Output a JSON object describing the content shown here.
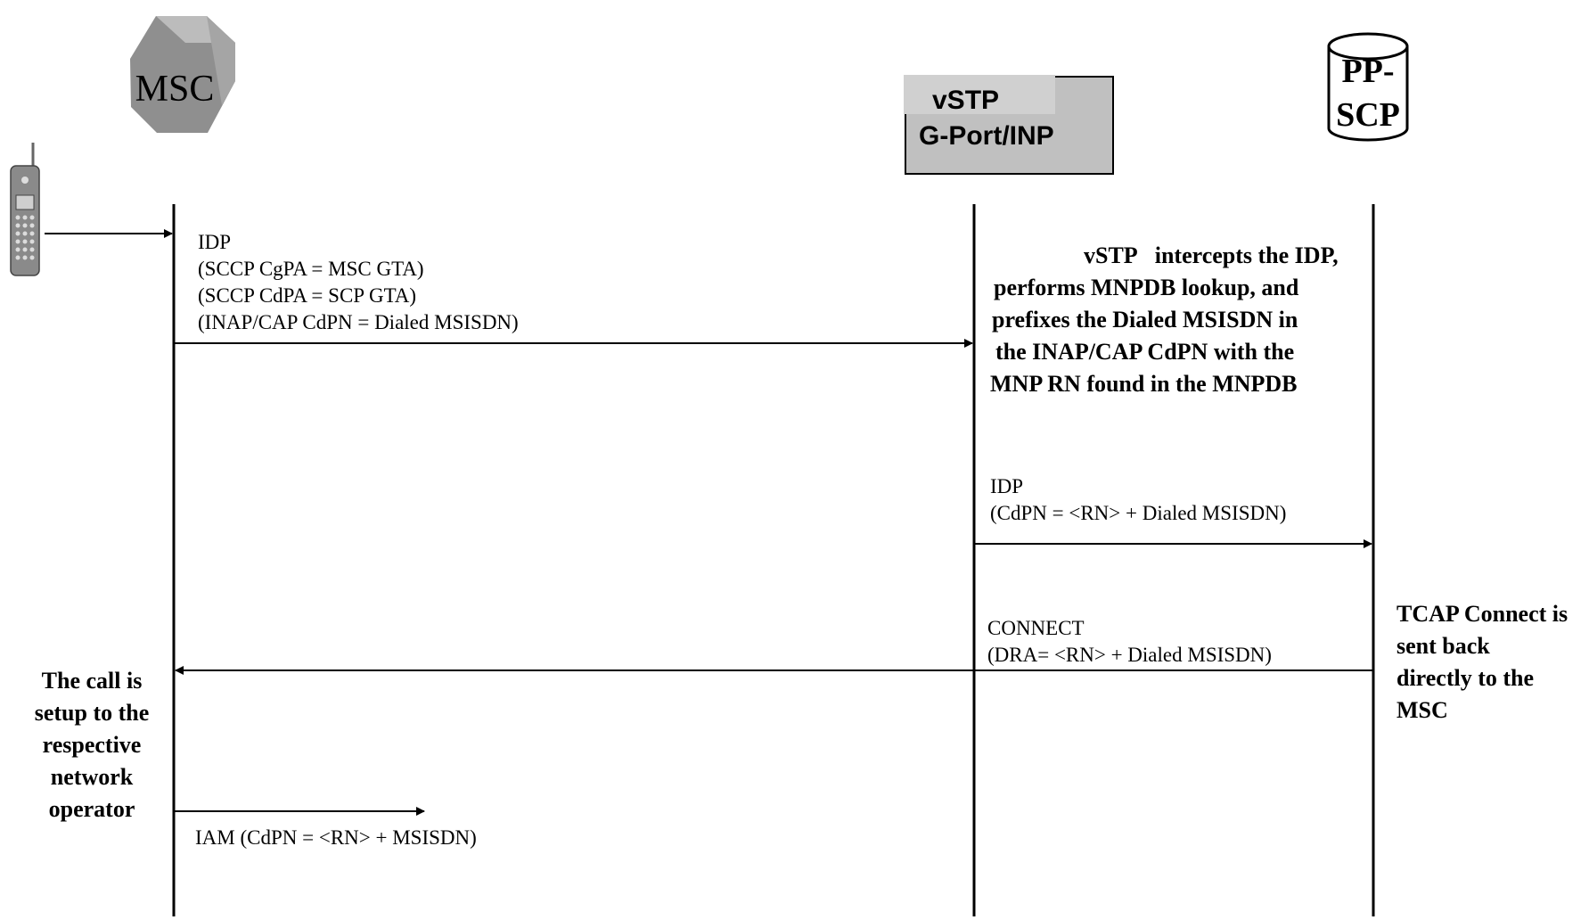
{
  "nodes": {
    "msc": {
      "label": "MSC"
    },
    "vstp": {
      "line1": "vSTP",
      "line2": "G-Port/INP"
    },
    "ppscp": {
      "line1": "PP-",
      "line2": "SCP"
    }
  },
  "messages": {
    "idp1": {
      "line1": "IDP",
      "line2": "(SCCP CgPA = MSC GTA)",
      "line3": "(SCCP CdPA = SCP GTA)",
      "line4": "(INAP/CAP CdPN = Dialed MSISDN)"
    },
    "idp2": {
      "line1": "IDP",
      "line2": "(CdPN = <RN> + Dialed MSISDN)"
    },
    "connect": {
      "line1": "CONNECT",
      "line2": "(DRA= <RN> + Dialed MSISDN)"
    },
    "iam": {
      "line1": "IAM (CdPN = <RN> + MSISDN)"
    }
  },
  "notes": {
    "vstp": {
      "line1_bold_word": "vSTP",
      "line1_rest": "intercepts the IDP,",
      "line2": "performs MNPDB lookup, and",
      "line3": "prefixes the Dialed MSISDN in",
      "line4": "the INAP/CAP CdPN with the",
      "line5": "MNP RN found in the MNPDB"
    },
    "tcap": {
      "line1": "TCAP Connect is",
      "line2": "sent back",
      "line3": "directly to the",
      "line4": "MSC"
    },
    "call": {
      "line1": "The call is",
      "line2": "setup to the",
      "line3": "respective",
      "line4": "network",
      "line5": "operator"
    }
  },
  "icons": {
    "msc": "octagon-switch-icon",
    "vstp": "signal-transfer-point-box-icon",
    "ppscp": "database-cylinder-icon",
    "handset": "mobile-phone-icon"
  },
  "colors": {
    "line": "#000000",
    "msc_fill": "#8f8f8f",
    "msc_top": "#bcbcbc",
    "msc_side": "#a5a5a5",
    "vstp_fill": "#c0c0c0",
    "phone_body": "#8a8a8a"
  }
}
